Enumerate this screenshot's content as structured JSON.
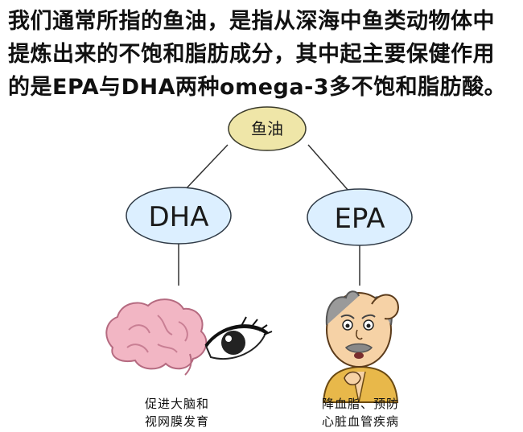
{
  "intro": {
    "lines": [
      "我们通常所指的鱼油，是指从深海中鱼类动物体中",
      "提炼出来的不饱和脂肪成分，其中起主要保健作用",
      "的是EPA与DHA两种omega-3多不饱和脂肪酸。"
    ]
  },
  "diagram": {
    "root": {
      "label": "鱼油"
    },
    "nodes": [
      {
        "label": "DHA",
        "caption_lines": [
          "促进大脑和",
          "视网膜发育"
        ]
      },
      {
        "label": "EPA",
        "caption_lines": [
          "降血脂、预防",
          "心脏血管疾病"
        ]
      }
    ]
  },
  "colors": {
    "root_fill": "#efe6a8",
    "root_stroke": "#3a3a2a",
    "node_fill": "#dcefff",
    "node_stroke": "#2f3a46",
    "line": "#333333",
    "brain": "#f2b6c4",
    "brain_dark": "#d98a9f",
    "skin": "#f6d2a6",
    "robe": "#e8b84a",
    "hair": "#777777"
  },
  "icons": {
    "brain": "brain-icon",
    "eye": "eye-icon",
    "elder": "elderly-man-icon"
  }
}
